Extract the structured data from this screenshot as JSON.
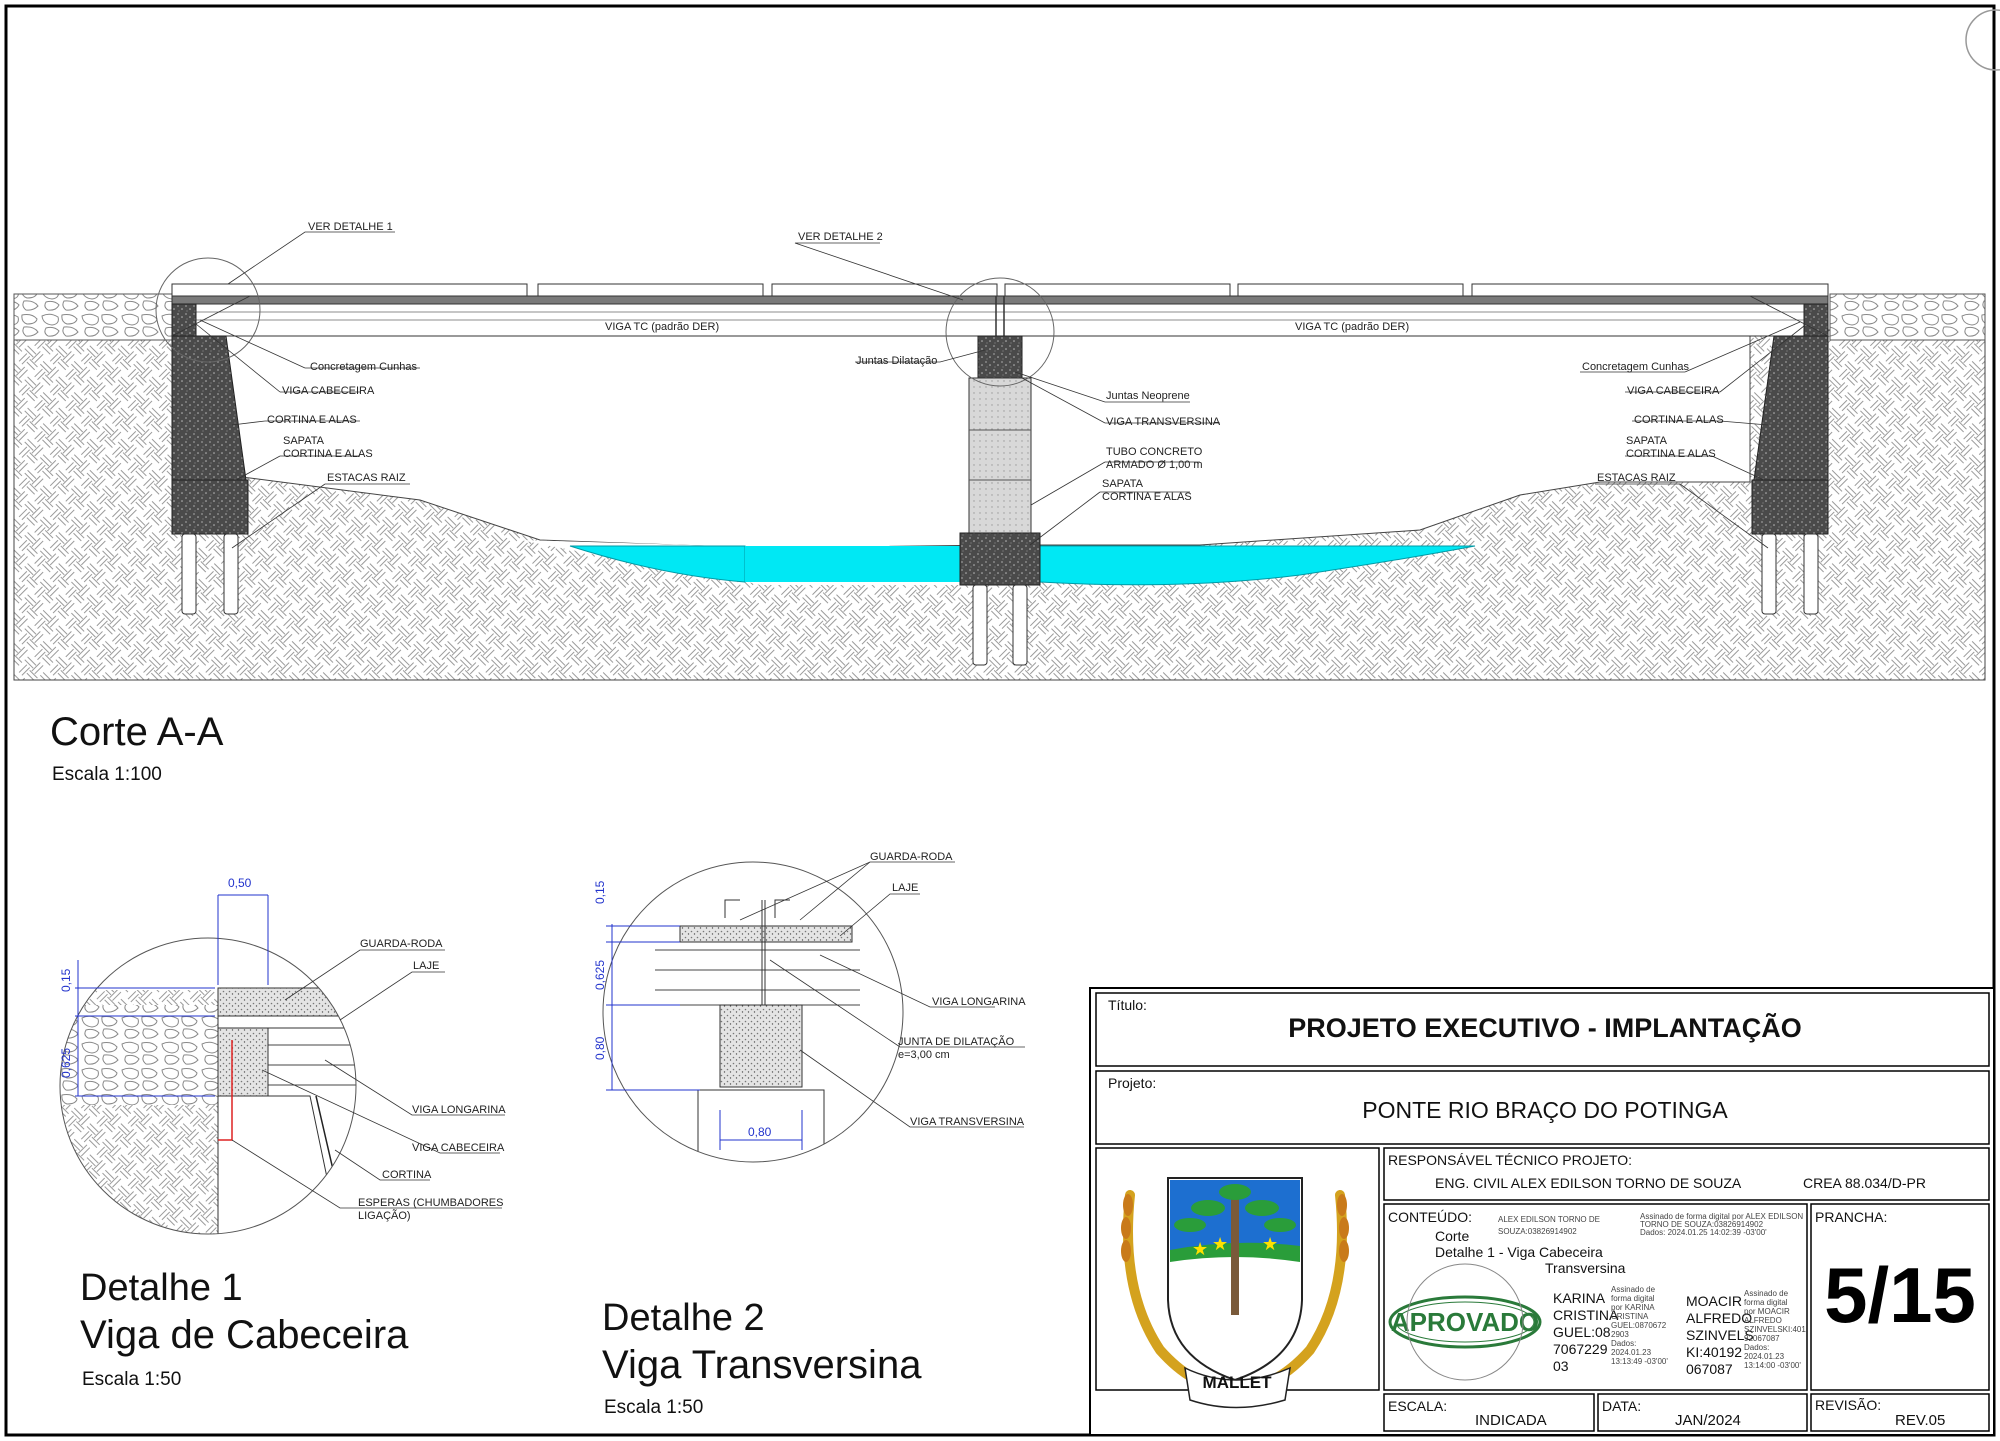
{
  "section_main": {
    "title": "Corte A-A",
    "scale": "Escala 1:100",
    "labels": {
      "ver_detalhe_1": "VER DETALHE 1",
      "ver_detalhe_2": "VER DETALHE 2",
      "viga_tc": "VIGA TC (padrão DER)",
      "juntas_dilatacao": "Juntas Dilatação",
      "juntas_neoprene": "Juntas Neoprene",
      "viga_transversina": "VIGA TRANSVERSINA",
      "tubo_concreto_1": "TUBO CONCRETO",
      "tubo_concreto_2": "ARMADO Ø 1,00 m",
      "sapata_center_1": "SAPATA",
      "sapata_center_2": "CORTINA E ALAS",
      "concretagem_cunhas": "Concretagem Cunhas",
      "viga_cabeceira": "VIGA CABECEIRA",
      "cortina_e_alas": "CORTINA E ALAS",
      "sapata_1": "SAPATA",
      "sapata_2": "CORTINA E ALAS",
      "estacas_raiz": "ESTACAS RAIZ"
    }
  },
  "detail1": {
    "title_line1": "Detalhe 1",
    "title_line2": "Viga de Cabeceira",
    "scale": "Escala 1:50",
    "dims": {
      "width": "0,50",
      "top": "0,15",
      "depth": "0,625"
    },
    "labels": {
      "guarda_roda": "GUARDA-RODA",
      "laje": "LAJE",
      "viga_longarina": "VIGA LONGARINA",
      "viga_cabeceira": "VIGA CABECEIRA",
      "cortina": "CORTINA",
      "esperas_1": "ESPERAS (CHUMBADORES",
      "esperas_2": "LIGAÇÃO)"
    }
  },
  "detail2": {
    "title_line1": "Detalhe 2",
    "title_line2": "Viga Transversina",
    "scale": "Escala 1:50",
    "dims": {
      "top": "0,15",
      "mid": "0,625",
      "low": "0,80",
      "width": "0,80"
    },
    "labels": {
      "guarda_roda": "GUARDA-RODA",
      "laje": "LAJE",
      "viga_longarina": "VIGA LONGARINA",
      "junta_1": "JUNTA DE DILATAÇÃO",
      "junta_2": "e=3,00 cm",
      "viga_transversina": "VIGA TRANSVERSINA"
    }
  },
  "title_block": {
    "titulo_label": "Título:",
    "titulo": "PROJETO EXECUTIVO - IMPLANTAÇÃO",
    "projeto_label": "Projeto:",
    "projeto": "PONTE RIO BRAÇO DO POTINGA",
    "responsavel_label": "RESPONSÁVEL TÉCNICO PROJETO:",
    "responsavel": "ENG. CIVIL ALEX EDILSON TORNO DE SOUZA",
    "crea": "CREA 88.034/D-PR",
    "conteudo_label": "CONTEÚDO:",
    "conteudo_1": "Corte",
    "conteudo_2": "Detalhe 1 - Viga Cabeceira",
    "conteudo_3": "Transversina",
    "prancha_label": "PRANCHA:",
    "prancha": "5/15",
    "escala_label": "ESCALA:",
    "escala": "INDICADA",
    "data_label": "DATA:",
    "data": "JAN/2024",
    "revisao_label": "REVISÃO:",
    "revisao": "REV.05",
    "logo_text": "MALLET",
    "stamp": "APROVADO",
    "sig_alex_1": "ALEX EDILSON TORNO DE",
    "sig_alex_2": "SOUZA:03826914902",
    "sig_alex_d1": "Assinado de forma digital por ALEX EDILSON",
    "sig_alex_d2": "TORNO DE SOUZA:03826914902",
    "sig_alex_d3": "Dados: 2024.01.25 14:02:39 -03'00'",
    "sig_karina_1": "KARINA",
    "sig_karina_2": "CRISTINA",
    "sig_karina_3": "GUEL:08",
    "sig_karina_4": "7067229",
    "sig_karina_5": "03",
    "sig_karina_d1": "Assinado de",
    "sig_karina_d2": "forma digital",
    "sig_karina_d3": "por KARINA",
    "sig_karina_d4": "CRISTINA",
    "sig_karina_d5": "GUEL:0870672",
    "sig_karina_d6": "2903",
    "sig_karina_d7": "Dados:",
    "sig_karina_d8": "2024.01.23",
    "sig_karina_d9": "13:13:49 -03'00'",
    "sig_moacir_1": "MOACIR",
    "sig_moacir_2": "ALFREDO",
    "sig_moacir_3": "SZINVELS",
    "sig_moacir_4": "KI:40192",
    "sig_moacir_5": "067087",
    "sig_moacir_d1": "Assinado de",
    "sig_moacir_d2": "forma digital",
    "sig_moacir_d3": "por MOACIR",
    "sig_moacir_d4": "ALFREDO",
    "sig_moacir_d5": "SZINVELSKI:401",
    "sig_moacir_d6": "92067087",
    "sig_moacir_d7": "Dados:",
    "sig_moacir_d8": "2024.01.23",
    "sig_moacir_d9": "13:14:00 -03'00'"
  },
  "colors": {
    "water": "#00e8f4",
    "dimension": "#2233cc",
    "concrete": "#555555",
    "stamp": "#2a7a3a"
  }
}
